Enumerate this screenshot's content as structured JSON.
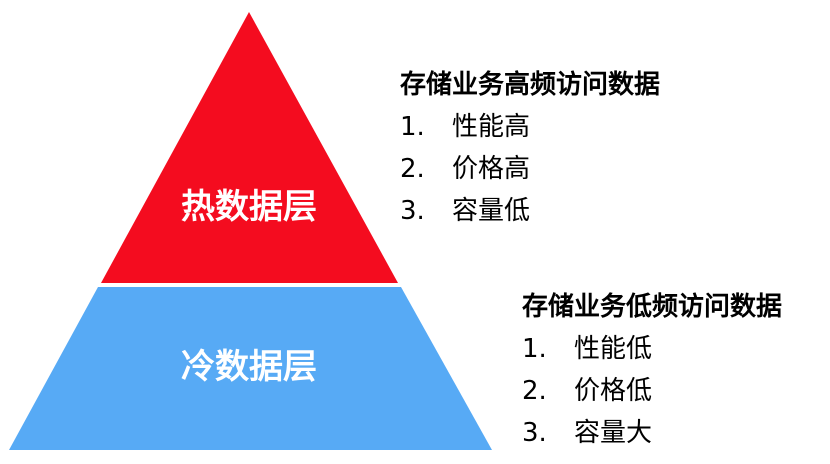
{
  "colors": {
    "hot": "#f40c1f",
    "cold": "#57aaf5"
  },
  "tiers": {
    "hot": {
      "label": "热数据层",
      "title": "存储业务高频访问数据",
      "items": [
        {
          "num": "1.",
          "text": "性能高"
        },
        {
          "num": "2.",
          "text": "价格高"
        },
        {
          "num": "3.",
          "text": "容量低"
        }
      ]
    },
    "cold": {
      "label": "冷数据层",
      "title": "存储业务低频访问数据",
      "items": [
        {
          "num": "1.",
          "text": "性能低"
        },
        {
          "num": "2.",
          "text": "价格低"
        },
        {
          "num": "3.",
          "text": "容量大"
        }
      ]
    }
  }
}
